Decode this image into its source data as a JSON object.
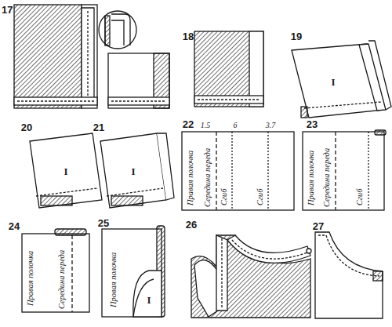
{
  "diagram": {
    "labels": [
      "17",
      "18",
      "19",
      "I",
      "20",
      "I",
      "21",
      "I",
      "22",
      "1.5",
      "6",
      "3.7",
      "Правая полочка",
      "Середина переда",
      "Сгиб",
      "Сгиб",
      "23",
      "Правая полочка",
      "Середина переда",
      "Сгиб",
      "24",
      "Правая полочка",
      "Середина переда",
      "25",
      "Провая полочка",
      "I",
      "26",
      "27"
    ]
  }
}
